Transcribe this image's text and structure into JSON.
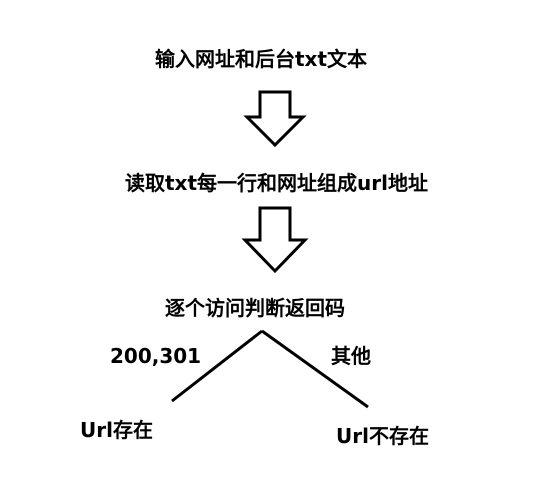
{
  "steps": [
    "输入网址和后台txt文本",
    "读取txt每一行和网址组成url地址",
    "逐个访问判断返回码"
  ],
  "branches": {
    "left_condition": "200,301",
    "right_condition": "其他",
    "left_result": "Url存在",
    "right_result": "Url不存在"
  },
  "colors": {
    "line": "#000000",
    "arrow_fill": "#ffffff",
    "text": "#000000"
  }
}
